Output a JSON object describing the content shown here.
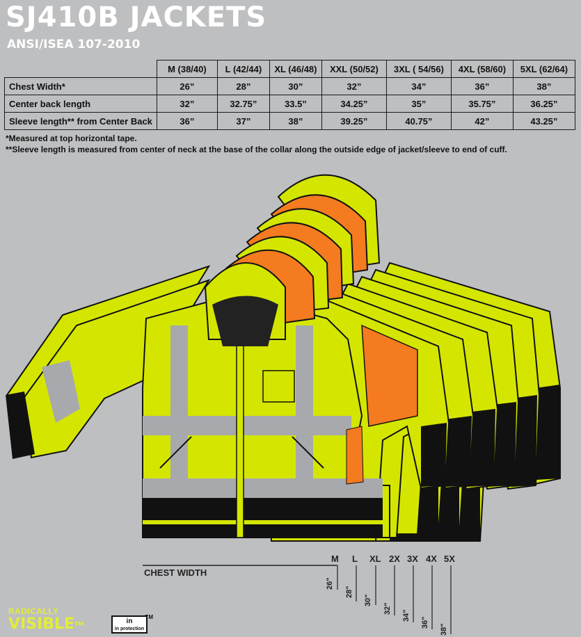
{
  "title": "SJ410B JACKETS",
  "subtitle": "ANSI/ISEA 107-2010",
  "size_table": {
    "columns": [
      "M (38/40)",
      "L (42/44)",
      "XL (46/48)",
      "XXL (50/52)",
      "3XL ( 54/56)",
      "4XL (58/60)",
      "5XL (62/64)"
    ],
    "rows": [
      {
        "label": "Chest Width*",
        "values": [
          "26”",
          "28”",
          "30”",
          "32”",
          "34”",
          "36”",
          "38”"
        ]
      },
      {
        "label": "Center back length",
        "values": [
          "32”",
          "32.75”",
          "33.5”",
          "34.25”",
          "35”",
          "35.75”",
          "36.25”"
        ]
      },
      {
        "label": "Sleeve length** from Center Back",
        "values": [
          "36”",
          "37”",
          "38”",
          "39.25”",
          "40.75”",
          "42”",
          "43.25”"
        ]
      }
    ]
  },
  "notes": [
    "*Measured at top horizontal tape.",
    "**Sleeve length is measured from center of neck at the base of the collar along the outside edge of jacket/sleeve to end of cuff."
  ],
  "chest_chart": {
    "label": "CHEST WIDTH",
    "size_codes": [
      "M",
      "L",
      "XL",
      "2X",
      "3X",
      "4X",
      "5X"
    ],
    "measurements": [
      "26\"",
      "28\"",
      "30\"",
      "32\"",
      "34\"",
      "36\"",
      "38\""
    ]
  },
  "logos": {
    "radically": "RADICALLY",
    "visible": "VISIBLE",
    "tm": "TM",
    "inview_top": "in",
    "inview_bottom": "in protection"
  },
  "colors": {
    "background": "#bebfc1",
    "hi_vis_yellow": "#d4e600",
    "orange": "#f47b20",
    "reflective_gray": "#a7a9ac",
    "black": "#111111"
  }
}
